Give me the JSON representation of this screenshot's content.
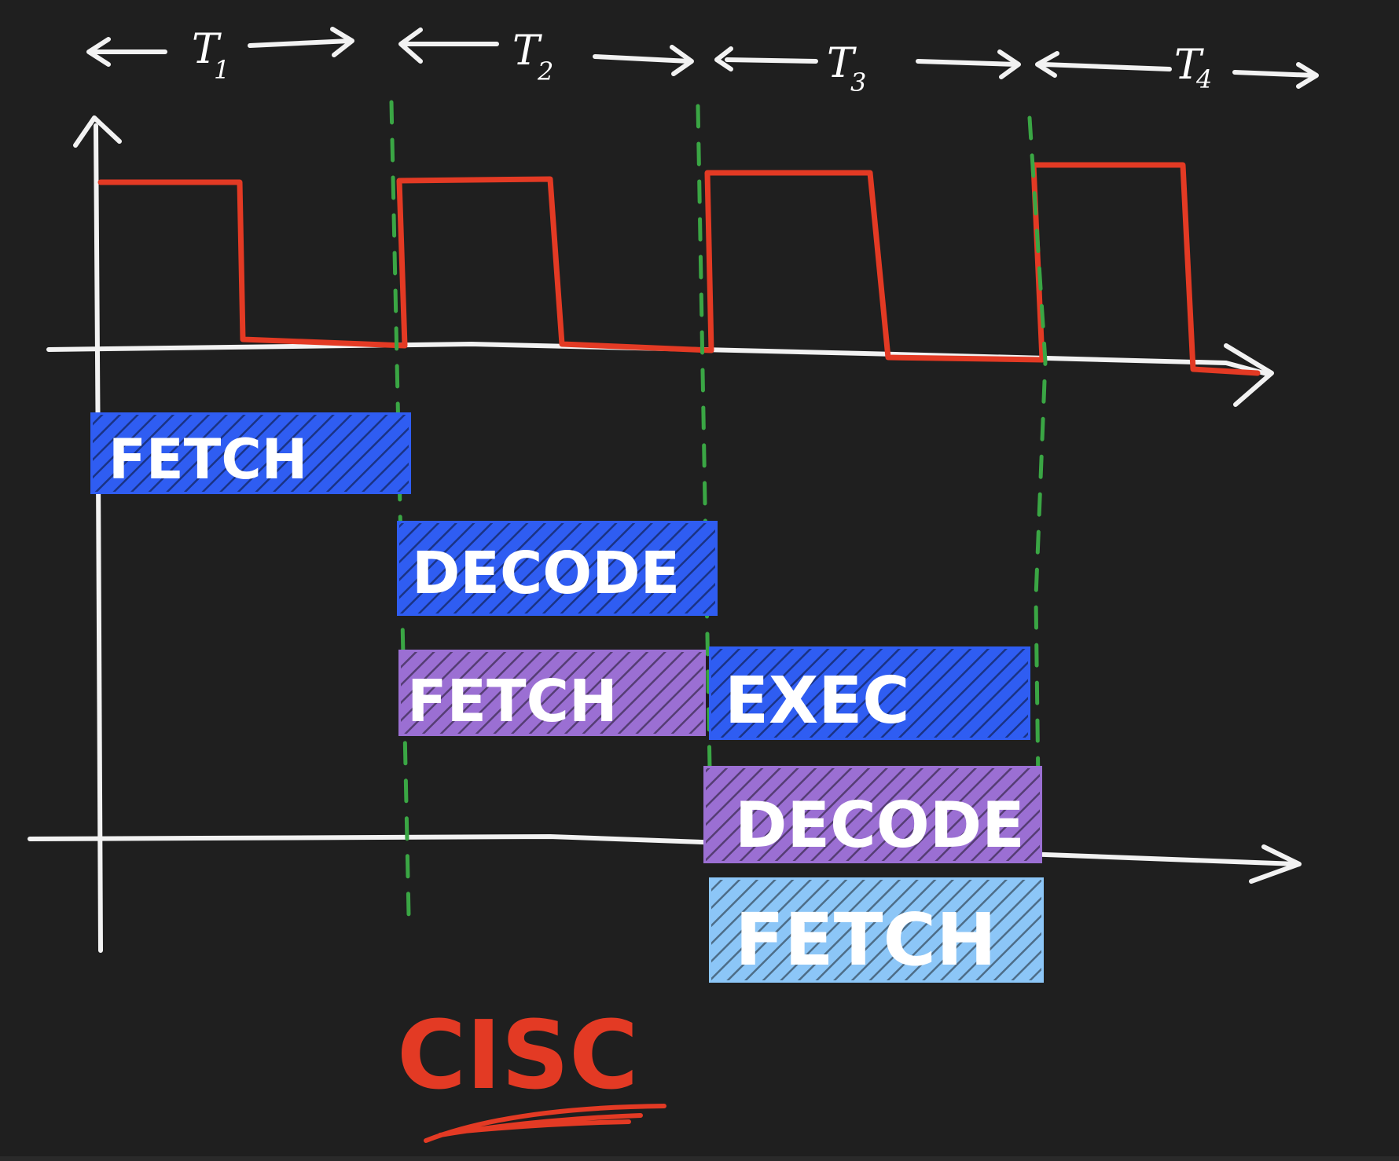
{
  "colors": {
    "background": "#1f1f1f",
    "axis": "#f2f2f2",
    "clock": "#e33a24",
    "divider": "#3aa644",
    "instruction_1": "#2f5df2",
    "instruction_2": "#9b6fd3",
    "instruction_3": "#8cc6f7",
    "label": "#ffffff",
    "title": "#e33a24"
  },
  "periods": [
    {
      "base": "T",
      "sub": "1"
    },
    {
      "base": "T",
      "sub": "2"
    },
    {
      "base": "T",
      "sub": "3"
    },
    {
      "base": "T",
      "sub": "4"
    }
  ],
  "stages": {
    "i1_fetch": "FETCH",
    "i1_decode": "DECODE",
    "i1_exec": "EXEC",
    "i2_fetch": "FETCH",
    "i2_decode": "DECODE",
    "i3_fetch": "FETCH"
  },
  "title": "CISC"
}
